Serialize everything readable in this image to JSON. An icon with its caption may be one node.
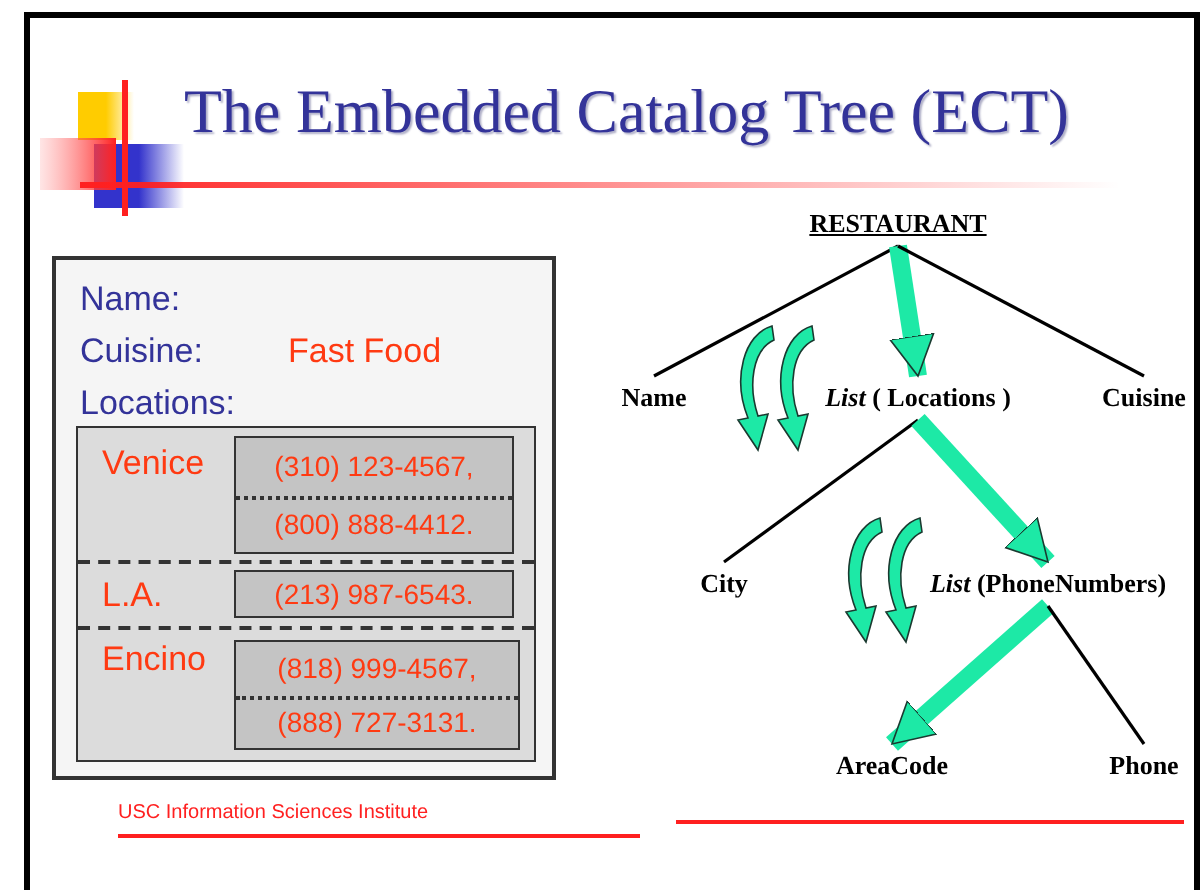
{
  "diagram": {
    "title": "The Embedded Catalog Tree (ECT)",
    "nodes": [
      {
        "text": [
          "RESTAURANT"
        ]
      },
      {
        "text": [
          "Name"
        ]
      },
      {
        "text": [
          "*List* ( Locations )"
        ]
      },
      {
        "text": [
          "Cuisine"
        ]
      },
      {
        "text": [
          "City"
        ]
      },
      {
        "text": [
          "*List* (PhoneNumbers)"
        ]
      },
      {
        "text": [
          "AreaCode"
        ]
      },
      {
        "text": [
          "Phone"
        ]
      },
      {
        "text": [
          "Name:",
          "Cuisine:",
          "Fast Food",
          "Locations:"
        ]
      },
      {
        "text": [
          "Venice",
          "L.A.",
          "Encino"
        ],
        "in": 8
      },
      {
        "text": [
          "(310) 123-4567,",
          "(800) 888-4412."
        ],
        "in": 9
      },
      {
        "text": [
          "(213) 987-6543."
        ],
        "in": 9
      },
      {
        "text": [
          "(818) 999-4567,",
          "(888) 727-3131."
        ],
        "in": 9
      }
    ],
    "edges": [
      {
        "from": 0,
        "to": 1,
        "arrow": "none"
      },
      {
        "from": 0,
        "to": 2,
        "arrow": "to",
        "style": "thick",
        "color": "#1de9a6"
      },
      {
        "from": 0,
        "to": 3,
        "arrow": "none"
      },
      {
        "from": 2,
        "to": 4,
        "arrow": "none"
      },
      {
        "from": 2,
        "to": 5,
        "arrow": "to",
        "style": "thick",
        "color": "#1de9a6"
      },
      {
        "from": 5,
        "to": 6,
        "arrow": "to",
        "style": "thick",
        "color": "#1de9a6"
      },
      {
        "from": 5,
        "to": 7,
        "arrow": "none"
      }
    ],
    "labels": [
      "USC Information Sciences Institute"
    ]
  }
}
